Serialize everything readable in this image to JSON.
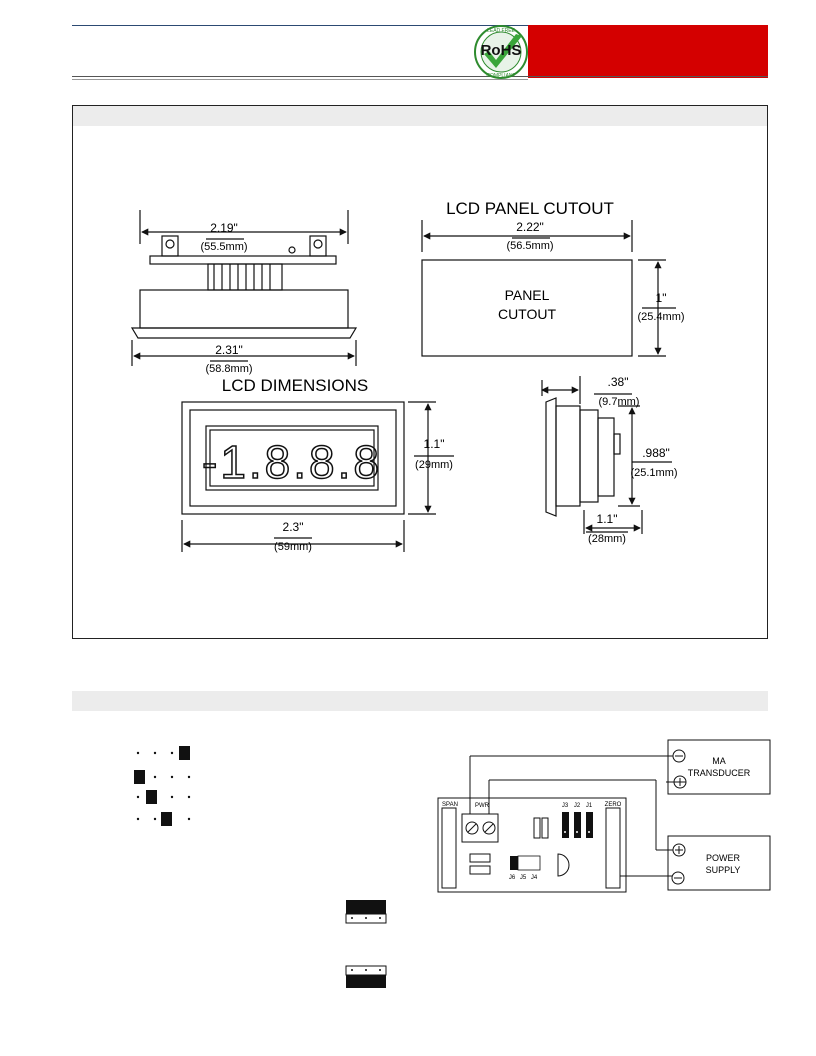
{
  "header": {
    "rohs_logo": {
      "main_text": "RoHS",
      "ring_top": "LEAD FREE",
      "ring_bottom": "COMPLIANT",
      "icon": "rohs-checkmark-icon"
    },
    "brand_color": "#d40000"
  },
  "dimensions": {
    "top_view": {
      "width_top": "2.19\"",
      "width_top_mm": "(55.5mm)",
      "width_bottom": "2.31\"",
      "width_bottom_mm": "(58.8mm)"
    },
    "cutout": {
      "title": "LCD PANEL CUTOUT",
      "width": "2.22\"",
      "width_mm": "(56.5mm)",
      "label_line1": "PANEL",
      "label_line2": "CUTOUT",
      "height": "1\"",
      "height_mm": "(25.4mm)"
    },
    "front": {
      "title": "LCD DIMENSIONS",
      "display": "-1.8.8.8",
      "height": "1.1\"",
      "height_mm": "(29mm)",
      "width": "2.3\"",
      "width_mm": "(59mm)"
    },
    "side": {
      "depth1": ".38\"",
      "depth1_mm": "(9.7mm)",
      "height": ".988\"",
      "height_mm": "(25.1mm)",
      "depth2": "1.1\"",
      "depth2_mm": "(28mm)"
    }
  },
  "wiring": {
    "transducer_line1": "MA",
    "transducer_line2": "TRANSDUCER",
    "supply_line1": "POWER",
    "supply_line2": "SUPPLY",
    "span": "SPAN",
    "zero": "ZERO",
    "pwr": "PWR",
    "j3": "J3",
    "j2": "J2",
    "j1": "J1",
    "j6": "J6",
    "j5": "J5",
    "j4": "J4"
  }
}
